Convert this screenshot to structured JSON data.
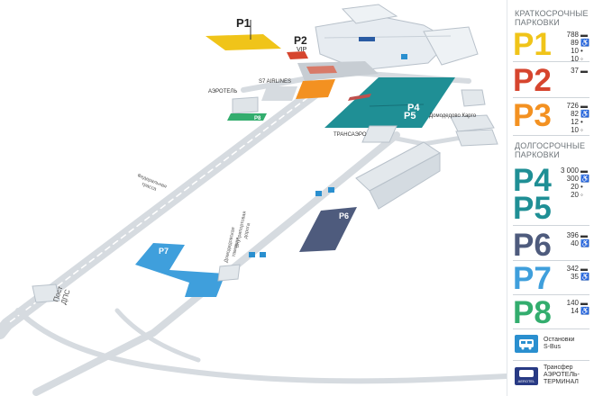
{
  "legend": {
    "short_term_title": [
      "КРАТКОСРОЧНЫЕ",
      "ПАРКОВКИ"
    ],
    "long_term_title": [
      "ДОЛГОСРОЧНЫЕ",
      "ПАРКОВКИ"
    ],
    "parkings": [
      {
        "code": "P1",
        "color": "#f0c419",
        "rows": [
          {
            "n": "788",
            "icon": "car"
          },
          {
            "n": "89",
            "icon": "disabled"
          },
          {
            "n": "10",
            "icon": "moto"
          },
          {
            "n": "10",
            "icon": "bike"
          }
        ]
      },
      {
        "code": "P2",
        "color": "#d6452e",
        "rows": [
          {
            "n": "37",
            "icon": "car"
          }
        ]
      },
      {
        "code": "P3",
        "color": "#f39121",
        "rows": [
          {
            "n": "726",
            "icon": "car"
          },
          {
            "n": "82",
            "icon": "disabled"
          },
          {
            "n": "12",
            "icon": "moto"
          },
          {
            "n": "10",
            "icon": "bike"
          }
        ]
      },
      {
        "code": "P4",
        "color": "#1f8f95",
        "rows": [
          {
            "n": "3 000",
            "icon": "car"
          },
          {
            "n": "300",
            "icon": "disabled"
          },
          {
            "n": "20",
            "icon": "moto"
          },
          {
            "n": "20",
            "icon": "bike"
          }
        ]
      },
      {
        "code": "P5",
        "color": "#1f8f95",
        "rows": []
      },
      {
        "code": "P6",
        "color": "#4e5b7d",
        "rows": [
          {
            "n": "396",
            "icon": "car"
          },
          {
            "n": "40",
            "icon": "disabled"
          }
        ]
      },
      {
        "code": "P7",
        "color": "#3f9fdc",
        "rows": [
          {
            "n": "342",
            "icon": "car"
          },
          {
            "n": "35",
            "icon": "disabled"
          }
        ]
      },
      {
        "code": "P8",
        "color": "#33ad6e",
        "rows": [
          {
            "n": "140",
            "icon": "car"
          },
          {
            "n": "14",
            "icon": "disabled"
          }
        ]
      }
    ],
    "bus_stop": {
      "label": [
        "Остановки",
        "S-Bus"
      ],
      "color": "#2a8fcf"
    },
    "transfer": {
      "label": [
        "Трансфер",
        "АЭРОТЕЛЬ-",
        "ТЕРМИНАЛ"
      ],
      "icon_text": "AEROTEL",
      "color": "#283a84"
    }
  },
  "map": {
    "p1_label": "P1",
    "p2_label": "P2",
    "p2_sub": "VIP",
    "p4_label": "P4",
    "p5_label": "P5",
    "p6_label": "P6",
    "p7_label": "P7",
    "p8_label": "P8",
    "s7": "S7 AIRLINES",
    "aerotel": "АЭРОТЕЛЬ",
    "transaero": "ТРАНСАЭРО",
    "domodedovo_cargo": "Домодедово Карго",
    "federal_highway": [
      "Федеральная",
      "трасса"
    ],
    "internal_road": [
      "Внутрипортовая",
      "дорога"
    ],
    "customs": [
      "Домодедовская",
      "таможня"
    ],
    "dps_post": [
      "Пост",
      "ДПС"
    ]
  }
}
